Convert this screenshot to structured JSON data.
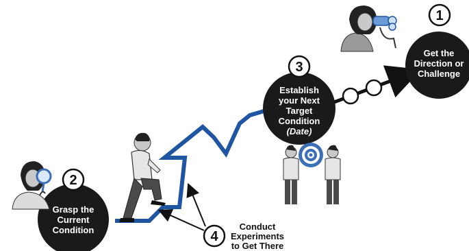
{
  "colors": {
    "path": "#1f55a3",
    "circle_fill": "#1a1a1a",
    "circle_text": "#ffffff",
    "arrow": "#111111",
    "target_blue": "#3a6fb8"
  },
  "steps": {
    "step1": {
      "number": "1",
      "lines": [
        "Get the",
        "Direction or",
        "Challenge"
      ]
    },
    "step2": {
      "number": "2",
      "lines": [
        "Grasp the",
        "Current",
        "Condition"
      ]
    },
    "step3": {
      "number": "3",
      "lines": [
        "Establish",
        "your Next",
        "Target",
        "Condition",
        "(Date)"
      ]
    },
    "step4": {
      "number": "4",
      "lines": [
        "Conduct",
        "Experiments",
        "to Get There"
      ]
    }
  },
  "icons": {
    "binoculars_person": "woman-with-binoculars-icon",
    "magnifier_person": "woman-with-magnifying-glass-icon",
    "climbing_man": "man-climbing-stairs-icon",
    "target": "bullseye-target-icon",
    "observers": "two-men-looking-at-target-icon"
  }
}
